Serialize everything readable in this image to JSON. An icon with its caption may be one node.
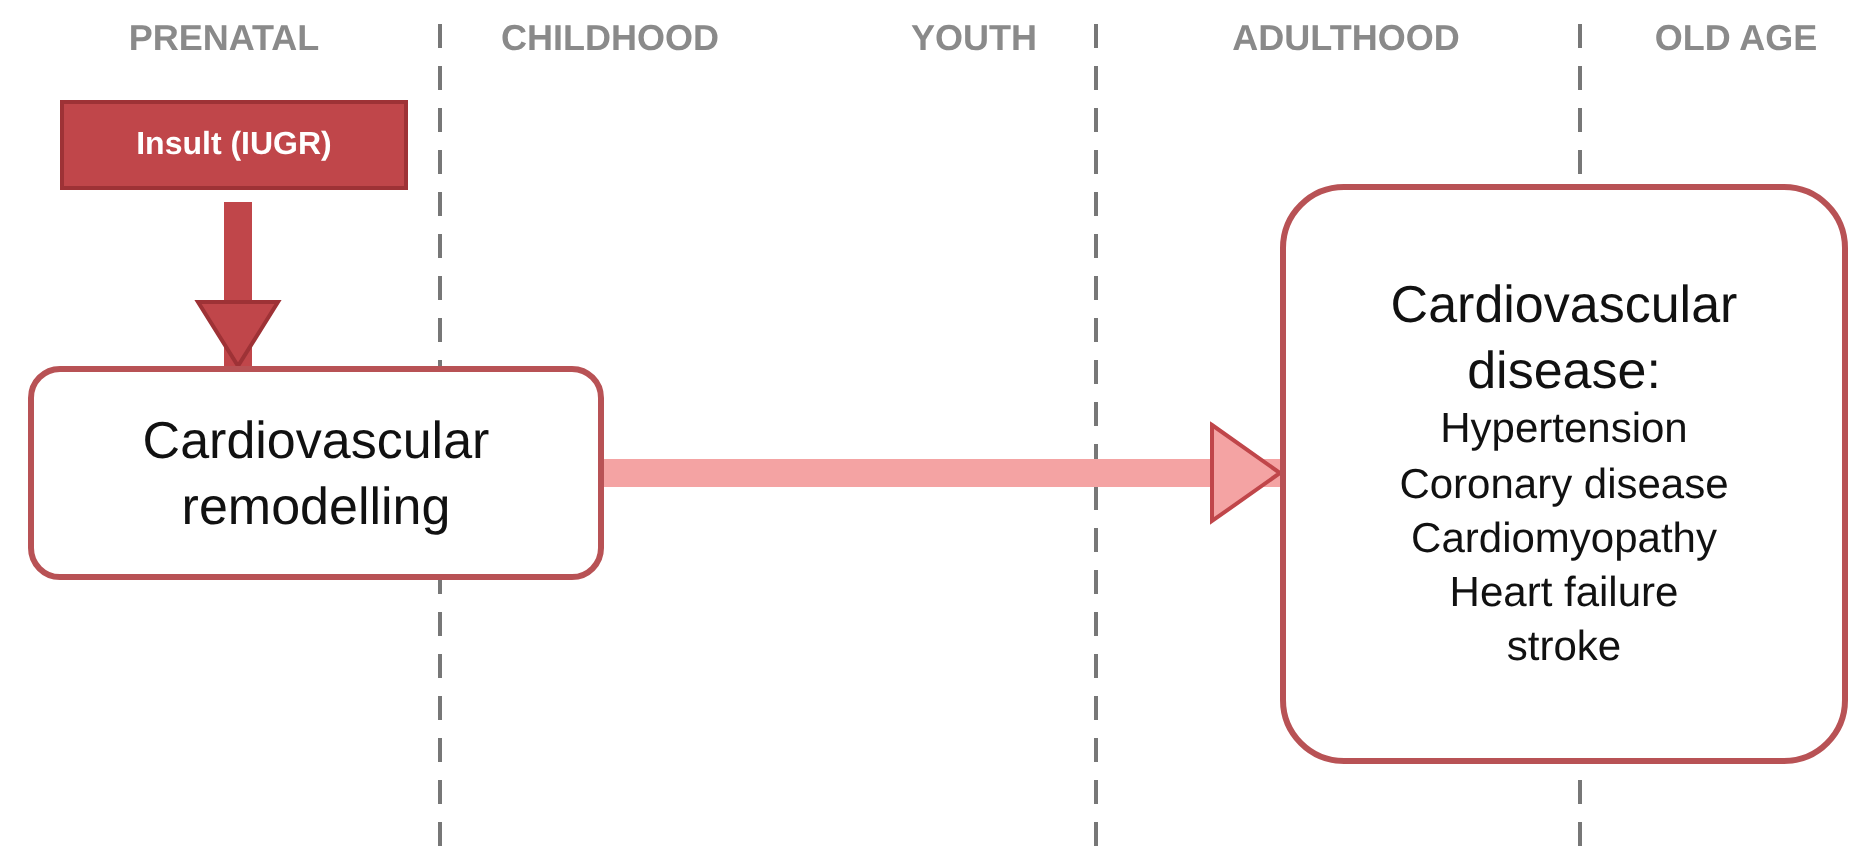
{
  "diagram": {
    "nodes": [
      {
        "text": [
          "Insult (IUGR)"
        ]
      },
      {
        "text": [
          "Cardiovascular remodelling"
        ]
      },
      {
        "text": [
          "Cardiovascular disease:",
          "Hypertension",
          "Coronary disease",
          "Cardiomyopathy",
          "Heart failure",
          "stroke"
        ]
      }
    ],
    "edges": [
      {
        "from": 0,
        "to": 1,
        "arrow": "to"
      },
      {
        "from": 1,
        "to": 2,
        "arrow": "to",
        "color": "#f4a3a3"
      }
    ],
    "labels": [
      "PRENATAL",
      "CHILDHOOD",
      "YOUTH",
      "ADULTHOOD",
      "OLD AGE"
    ]
  }
}
